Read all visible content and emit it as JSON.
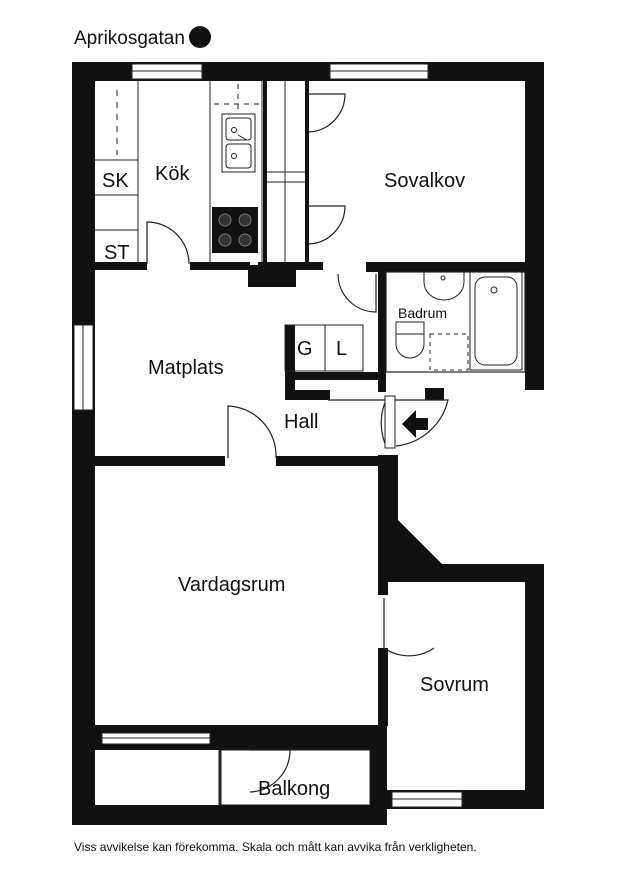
{
  "title": "Aprikosgatan",
  "rooms": {
    "kok": "Kök",
    "sovalkov": "Sovalkov",
    "badrum": "Badrum",
    "matplats": "Matplats",
    "hall": "Hall",
    "vardagsrum": "Vardagsrum",
    "sovrum": "Sovrum",
    "balkong": "Balkong"
  },
  "fixtures": {
    "sk": "SK",
    "st": "ST",
    "g": "G",
    "l": "L"
  },
  "footer": "Viss avvikelse kan förekomma. Skala och mått kan avvika från verkligheten.",
  "colors": {
    "wall": "#111111",
    "background": "#ffffff",
    "line": "#222222"
  },
  "icons": {
    "title_marker": "filled-circle-icon",
    "entrance": "entrance-arrow-icon"
  }
}
